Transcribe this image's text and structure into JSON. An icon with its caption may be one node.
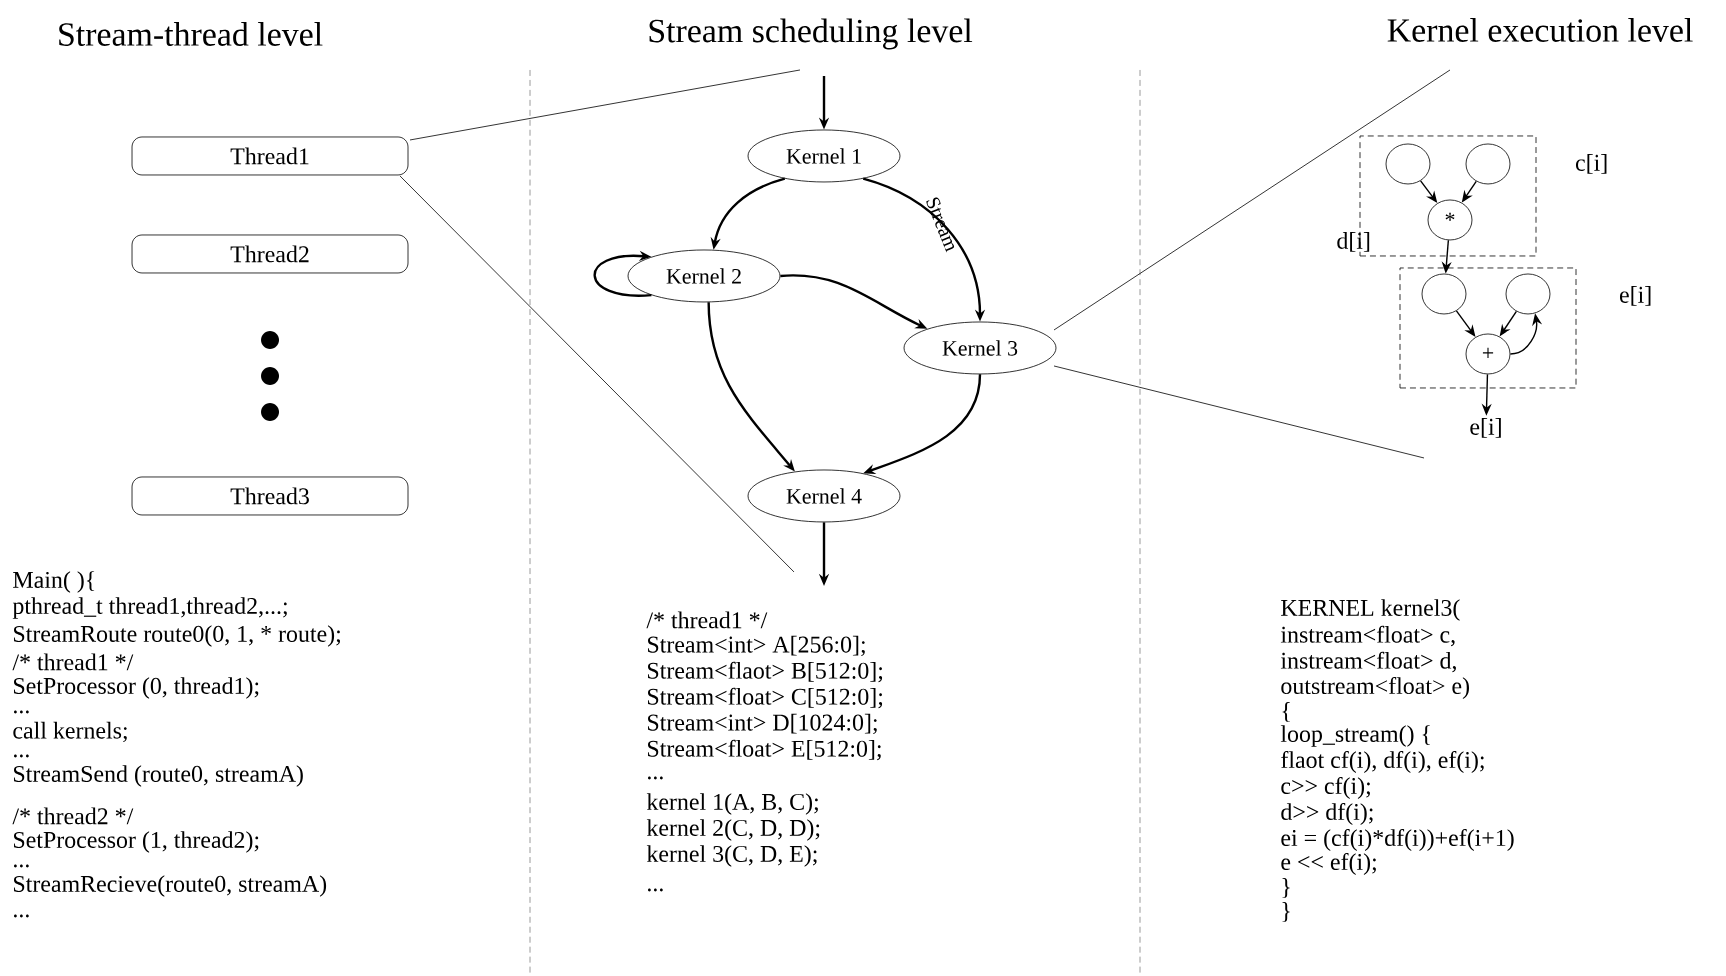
{
  "diagram": {
    "nodes": [
      {
        "text": [
          "Thread1"
        ]
      },
      {
        "text": [
          "Thread2"
        ]
      },
      {
        "text": [
          "Thread3"
        ]
      },
      {
        "text": [
          "Kernel 1"
        ]
      },
      {
        "text": [
          "Kernel 2"
        ]
      },
      {
        "text": [
          "Kernel 3"
        ]
      },
      {
        "text": [
          "Kernel 4"
        ]
      },
      {
        "text": [],
        "shape": "box",
        "beside": [
          "c[i]"
        ]
      },
      {
        "text": [],
        "shape": "circle",
        "in": 7
      },
      {
        "text": [],
        "shape": "circle",
        "in": 7
      },
      {
        "text": [
          "*"
        ],
        "in": 7
      },
      {
        "text": [],
        "shape": "box",
        "beside": [
          "e[i]"
        ]
      },
      {
        "text": [],
        "shape": "circle",
        "in": 11
      },
      {
        "text": [],
        "shape": "circle",
        "in": 11
      },
      {
        "text": [
          "+"
        ],
        "in": 11
      },
      {
        "text": [
          "e[i]"
        ]
      }
    ],
    "edges": [
      {
        "from": null,
        "to": 3,
        "arrow": "to"
      },
      {
        "from": 3,
        "to": 4,
        "arrow": "to"
      },
      {
        "from": 3,
        "to": 5,
        "arrow": "to",
        "label": "Stream"
      },
      {
        "from": 4,
        "to": 4,
        "arrow": "to"
      },
      {
        "from": 4,
        "to": 5,
        "arrow": "to"
      },
      {
        "from": 4,
        "to": 6,
        "arrow": "to"
      },
      {
        "from": 5,
        "to": 6,
        "arrow": "to"
      },
      {
        "from": 6,
        "to": null,
        "arrow": "to"
      },
      {
        "from": 8,
        "to": 10,
        "arrow": "to"
      },
      {
        "from": 9,
        "to": 10,
        "arrow": "to"
      },
      {
        "from": 10,
        "to": 12,
        "arrow": "to"
      },
      {
        "from": 12,
        "to": 14,
        "arrow": "to"
      },
      {
        "from": 13,
        "to": 14,
        "arrow": "to"
      },
      {
        "from": 14,
        "to": 13,
        "arrow": "to"
      },
      {
        "from": 14,
        "to": 15,
        "arrow": "to"
      }
    ],
    "labels": [
      "Stream-thread level",
      "Stream scheduling level",
      "Kernel execution level",
      "d[i]",
      "Main( ){",
      "pthread_t   thread1,thread2,...;",
      "StreamRoute route0(0, 1, * route);",
      "/* thread1 */",
      "SetProcessor (0, thread1);",
      "...",
      "call kernels;",
      "...",
      "StreamSend (route0, streamA)",
      "/* thread2 */",
      "SetProcessor (1, thread2);",
      "...",
      "StreamRecieve(route0, streamA)",
      "...",
      "/* thread1 */",
      "Stream<int> A[256:0];",
      "Stream<flaot> B[512:0];",
      "Stream<float> C[512:0];",
      "Stream<int> D[1024:0];",
      "Stream<float> E[512:0];",
      "...",
      "kernel 1(A, B, C);",
      "kernel 2(C, D, D);",
      "kernel 3(C, D, E);",
      "...",
      "KERNEL kernel3(",
      "instream<float> c,",
      "instream<float> d,",
      "outstream<float> e)",
      "{",
      "loop_stream() {",
      "flaot cf(i), df(i), ef(i);",
      "c>> cf(i);",
      "d>> df(i);",
      "ei = (cf(i)*df(i))+ef(i+1)",
      "e << ef(i);",
      "}",
      "}"
    ]
  }
}
